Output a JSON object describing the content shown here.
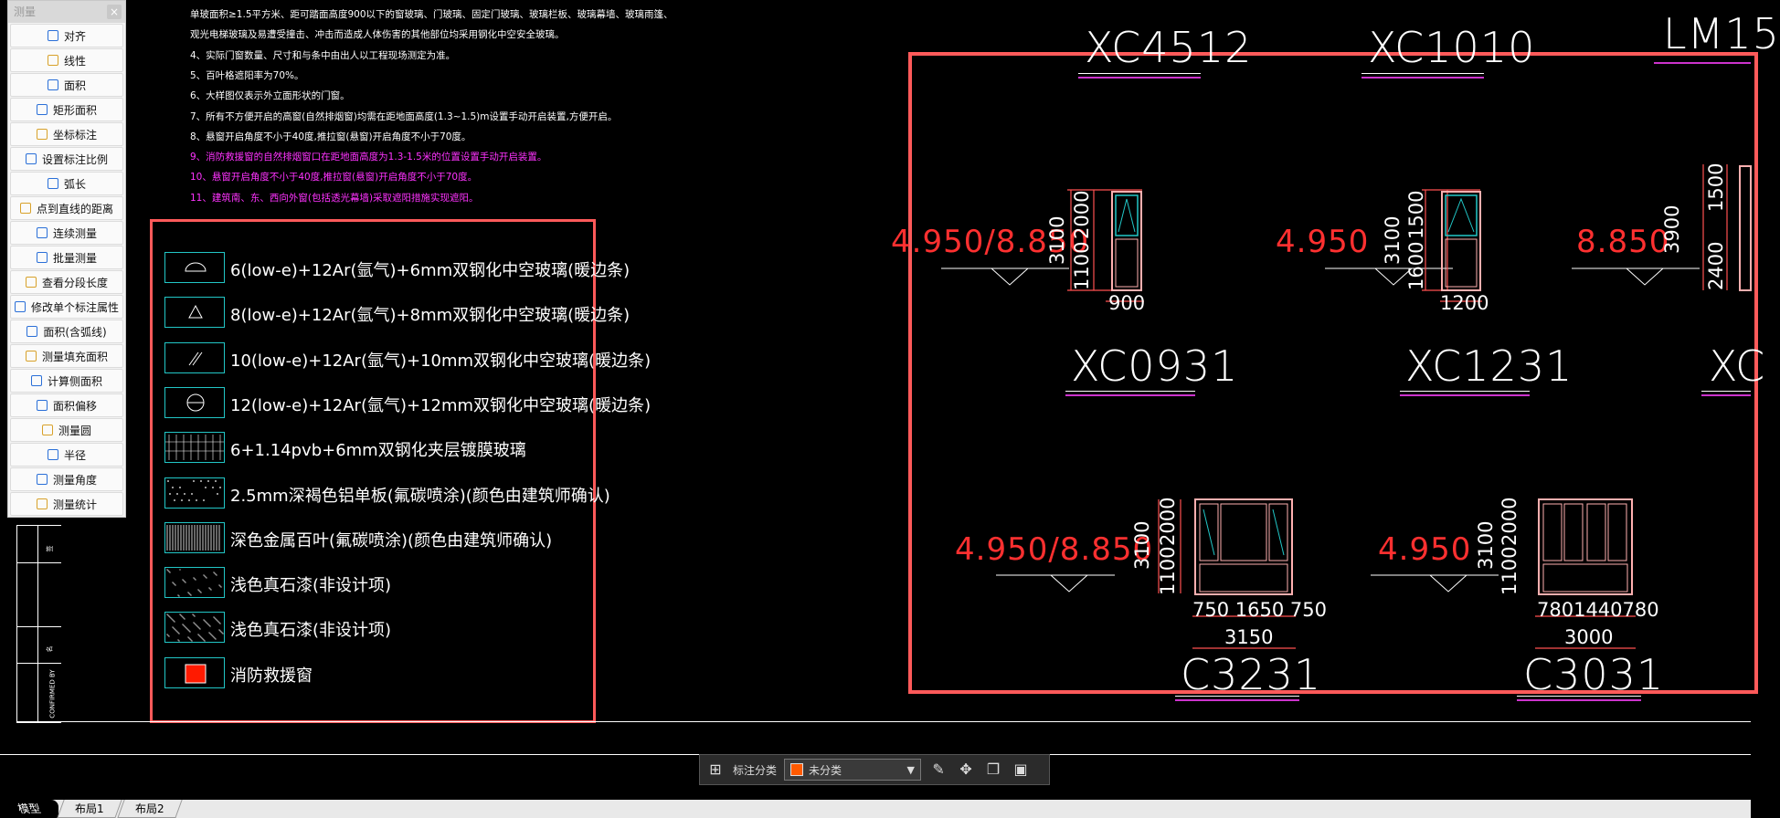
{
  "measure_panel": {
    "title": "测量",
    "close_label": "×",
    "tools": [
      {
        "label": "对齐",
        "icon": "align-measure-icon"
      },
      {
        "label": "线性",
        "icon": "linear-measure-icon"
      },
      {
        "label": "面积",
        "icon": "area-icon"
      },
      {
        "label": "矩形面积",
        "icon": "rect-area-icon"
      },
      {
        "label": "坐标标注",
        "icon": "coordinate-icon"
      },
      {
        "label": "设置标注比例",
        "icon": "scale-icon"
      },
      {
        "label": "弧长",
        "icon": "arc-length-icon"
      },
      {
        "label": "点到直线的距离",
        "icon": "point-line-distance-icon"
      },
      {
        "label": "连续测量",
        "icon": "continuous-measure-icon"
      },
      {
        "label": "批量测量",
        "icon": "batch-measure-icon"
      },
      {
        "label": "查看分段长度",
        "icon": "segment-length-icon"
      },
      {
        "label": "修改单个标注属性",
        "icon": "edit-annotation-icon"
      },
      {
        "label": "面积(含弧线)",
        "icon": "arc-area-icon"
      },
      {
        "label": "测量填充面积",
        "icon": "fill-area-icon"
      },
      {
        "label": "计算侧面积",
        "icon": "side-area-icon"
      },
      {
        "label": "面积偏移",
        "icon": "area-offset-icon"
      },
      {
        "label": "测量圆",
        "icon": "circle-measure-icon"
      },
      {
        "label": "半径",
        "icon": "radius-icon"
      },
      {
        "label": "测量角度",
        "icon": "angle-icon"
      },
      {
        "label": "测量统计",
        "icon": "statistics-icon"
      }
    ]
  },
  "notes": [
    {
      "text": "单玻面积≥1.5平方米、距可踏面高度900以下的窗玻璃、门玻璃、固定门玻璃、玻璃栏板、玻璃幕墙、玻璃雨篷、",
      "color": "#ffffff"
    },
    {
      "text": "观光电梯玻璃及易遭受撞击、冲击而造成人体伤害的其他部位均采用钢化中空安全玻璃。",
      "color": "#ffffff"
    },
    {
      "text": "4、实际门窗数量、尺寸和与条中由出人以工程现场测定为准。",
      "color": "#ffffff"
    },
    {
      "text": "5、百叶格遮阳率为70%。",
      "color": "#ffffff"
    },
    {
      "text": "6、大样图仅表示外立面形状的门窗。",
      "color": "#ffffff"
    },
    {
      "text": "7、所有不方便开启的高窗(自然排烟窗)均需在距地面高度(1.3~1.5)m设置手动开启装置,方便开启。",
      "color": "#ffffff"
    },
    {
      "text": "8、悬窗开启角度不小于40度,推拉窗(悬窗)开启角度不小于70度。",
      "color": "#ffffff"
    },
    {
      "text": "9、消防救援窗的自然排烟窗口在距地面高度为1.3-1.5米的位置设置手动开启装置。",
      "color": "#ff33ff"
    },
    {
      "text": "10、悬窗开启角度不小于40度,推拉窗(悬窗)开启角度不小于70度。",
      "color": "#ff33ff"
    },
    {
      "text": "11、建筑南、东、西向外窗(包括透光幕墙)采取遮阳措施实现遮阳。",
      "color": "#ff33ff"
    }
  ],
  "legend": [
    {
      "label": "6(low-e)+12Ar(氩气)+6mm双钢化中空玻璃(暖边条)",
      "icon": "half-circle-symbol-icon"
    },
    {
      "label": "8(low-e)+12Ar(氩气)+8mm双钢化中空玻璃(暖边条)",
      "icon": "triangle-symbol-icon"
    },
    {
      "label": "10(low-e)+12Ar(氩气)+10mm双钢化中空玻璃(暖边条)",
      "icon": "double-slash-symbol-icon"
    },
    {
      "label": "12(low-e)+12Ar(氩气)+12mm双钢化中空玻璃(暖边条)",
      "icon": "circle-line-symbol-icon"
    },
    {
      "label": "6+1.14pvb+6mm双钢化夹层镀膜玻璃",
      "icon": "grid-hatch-icon"
    },
    {
      "label": "2.5mm深褐色铝单板(氟碳喷涂)(颜色由建筑师确认)",
      "icon": "dot-hatch-icon"
    },
    {
      "label": "深色金属百叶(氟碳喷涂)(颜色由建筑师确认)",
      "icon": "stripe-hatch-icon"
    },
    {
      "label": "浅色真石漆(非设计项)",
      "icon": "sparse-dot-hatch-icon"
    },
    {
      "label": "浅色真石漆(非设计项)",
      "icon": "dense-dot-hatch-icon"
    },
    {
      "label": "消防救援窗",
      "icon": "fire-rescue-window-icon",
      "color": "#ff1a00"
    }
  ],
  "drawing": {
    "top_tags": [
      "XC4512",
      "XC1010",
      "LM15"
    ],
    "mid_tags": [
      "XC0931",
      "XC1231",
      "XC"
    ],
    "bottom_tags": [
      "C3231",
      "C3031"
    ],
    "elevations": [
      "4.950/8.850",
      "4.950",
      "8.850",
      "4.950/8.850",
      "4.950"
    ],
    "dims": {
      "xc0931": {
        "h_total": "3100",
        "h_top": "2000",
        "h_bottom": "1100",
        "width": "900"
      },
      "xc1231": {
        "h_total": "3100",
        "h_top": "1500",
        "h_bottom": "1600",
        "width": "1200"
      },
      "third": {
        "h_total": "3900",
        "h_top": "1500",
        "h_bottom": "2400"
      },
      "c3231": {
        "h_total": "3100",
        "h_top": "2000",
        "h_bottom": "1100",
        "parts": "750 1650 750",
        "width": "3150"
      },
      "c3031": {
        "h_total": "3100",
        "h_top": "2000",
        "h_bottom": "1100",
        "parts": "7801440780",
        "width": "3000"
      }
    }
  },
  "title_strip": {
    "text1": "CONFIRMED BY",
    "text2": "签",
    "text3": "名"
  },
  "toolbar": {
    "grid_icon": "grid-icon",
    "category_label": "标注分类",
    "category_value": "未分类",
    "category_color": "#ff5a00",
    "icons": [
      "edit-icon",
      "move-icon",
      "copy-icon",
      "paste-icon"
    ]
  },
  "tabs": [
    "模型",
    "布局1",
    "布局2"
  ],
  "colors": {
    "frame": "#ff5a5a",
    "cyan": "#22c7c7",
    "magenta": "#cc33cc",
    "elevation": "#ff3030"
  }
}
